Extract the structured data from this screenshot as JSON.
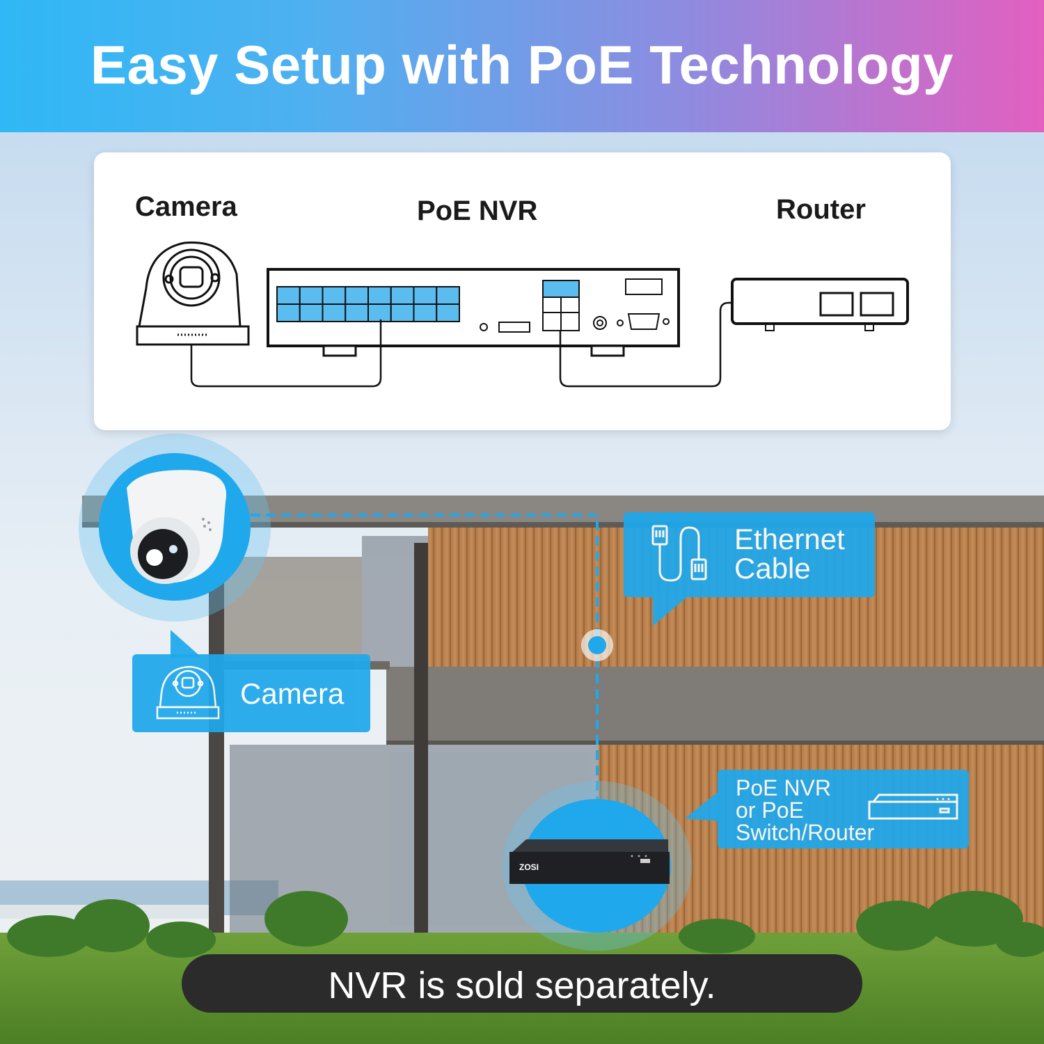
{
  "header": {
    "title": "Easy Setup with PoE Technology"
  },
  "diagram": {
    "camera_label": "Camera",
    "nvr_label": "PoE NVR",
    "router_label": "Router"
  },
  "callouts": {
    "camera": "Camera",
    "ethernet_line1": "Ethernet",
    "ethernet_line2": "Cable",
    "nvr_line1": "PoE NVR",
    "nvr_line2": "or PoE",
    "nvr_line3": "Switch/Router"
  },
  "nvr_brand": "ZOSI",
  "footer": {
    "note": "NVR is sold separately."
  },
  "colors": {
    "accent_blue": "#1fa8ec",
    "port_blue": "#5bbcf0",
    "gradient_start": "#2fb8f5",
    "gradient_end": "#e25fc0"
  },
  "icons": [
    "camera-icon",
    "ethernet-cable-icon",
    "nvr-icon"
  ]
}
